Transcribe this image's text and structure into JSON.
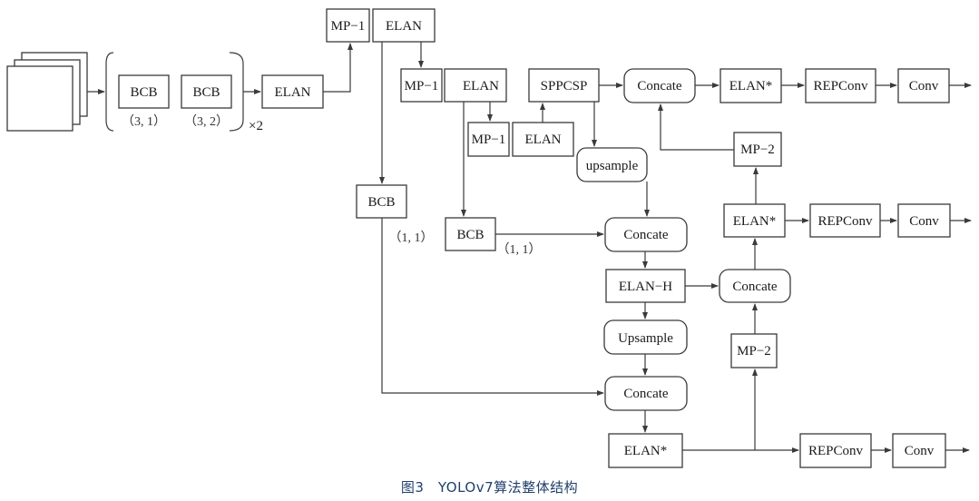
{
  "caption": "图3　YOLOv7算法整体结构",
  "colors": {
    "stroke": "#3a3a3a",
    "text": "#1a1a1a",
    "caption": "#1f3f6b"
  },
  "repeat_label": "×2",
  "nodes": {
    "input": {
      "label": ""
    },
    "bcb_3_1": {
      "label": "BCB",
      "param": "（3, 1）"
    },
    "bcb_3_2": {
      "label": "BCB",
      "param": "（3, 2）"
    },
    "elan_stem": {
      "label": "ELAN"
    },
    "mp1_a": {
      "label": "MP−1"
    },
    "elan_a": {
      "label": "ELAN"
    },
    "mp1_b": {
      "label": "MP−1"
    },
    "elan_b": {
      "label": "ELAN"
    },
    "mp1_c": {
      "label": "MP−1"
    },
    "elan_c": {
      "label": "ELAN"
    },
    "sppcsp": {
      "label": "SPPCSP"
    },
    "concate_top": {
      "label": "Concate"
    },
    "elan_star_top": {
      "label": "ELAN*"
    },
    "repconv_top": {
      "label": "REPConv"
    },
    "conv_top": {
      "label": "Conv"
    },
    "upsample_top": {
      "label": "upsample"
    },
    "mp2_top": {
      "label": "MP−2"
    },
    "bcb_left": {
      "label": "BCB",
      "param": "（1, 1）"
    },
    "bcb_mid": {
      "label": "BCB",
      "param": "（1, 1）"
    },
    "concate_mid": {
      "label": "Concate"
    },
    "elan_star_mid": {
      "label": "ELAN*"
    },
    "repconv_mid": {
      "label": "REPConv"
    },
    "conv_mid": {
      "label": "Conv"
    },
    "elan_h": {
      "label": "ELAN−H"
    },
    "concate_right": {
      "label": "Concate"
    },
    "upsample_low": {
      "label": "Upsample"
    },
    "mp2_low": {
      "label": "MP−2"
    },
    "concate_low": {
      "label": "Concate"
    },
    "elan_star_low": {
      "label": "ELAN*"
    },
    "repconv_low": {
      "label": "REPConv"
    },
    "conv_low": {
      "label": "Conv"
    }
  }
}
